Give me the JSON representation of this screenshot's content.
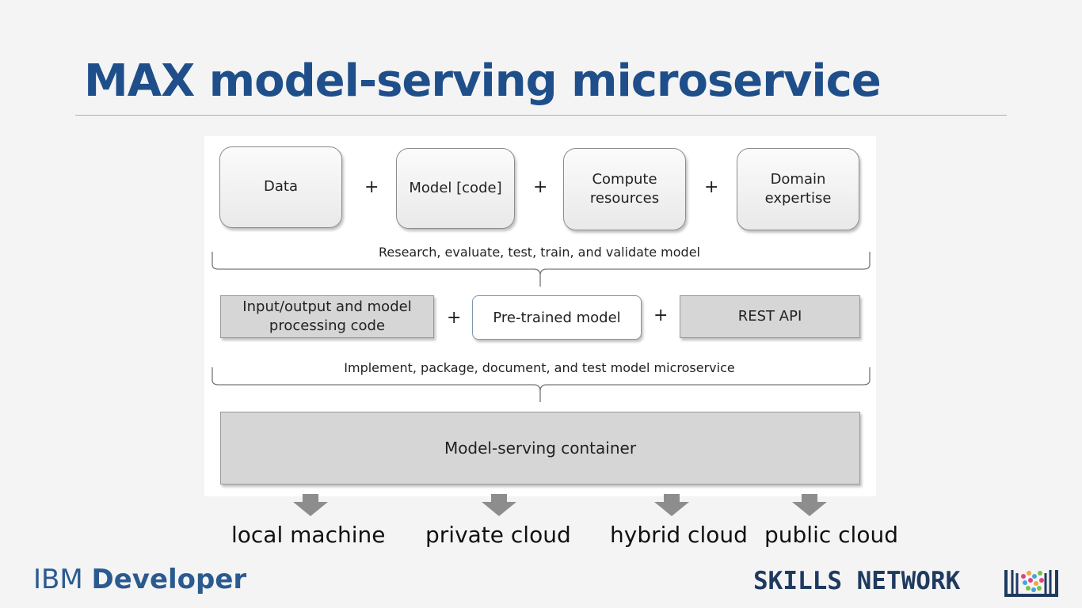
{
  "slide": {
    "title": "MAX model-serving microservice"
  },
  "diagram": {
    "row1": {
      "boxes": [
        "Data",
        "Model [code]",
        "Compute resources",
        "Domain expertise"
      ],
      "operator": "+"
    },
    "caption1": "Research, evaluate, test, train, and validate model",
    "row2": {
      "boxes": [
        "Input/output and model processing code",
        "Pre-trained model",
        "REST API"
      ],
      "operator": "+"
    },
    "caption2": "Implement, package, document, and test model microservice",
    "container": "Model-serving container",
    "destinations": [
      "local machine",
      "private cloud",
      "hybrid cloud",
      "public cloud"
    ]
  },
  "footer": {
    "ibm_prefix": "IBM",
    "ibm_bold": "Developer",
    "skills": "SKILLS NETWORK",
    "logo_icon": "skills-network-logo-icon"
  }
}
